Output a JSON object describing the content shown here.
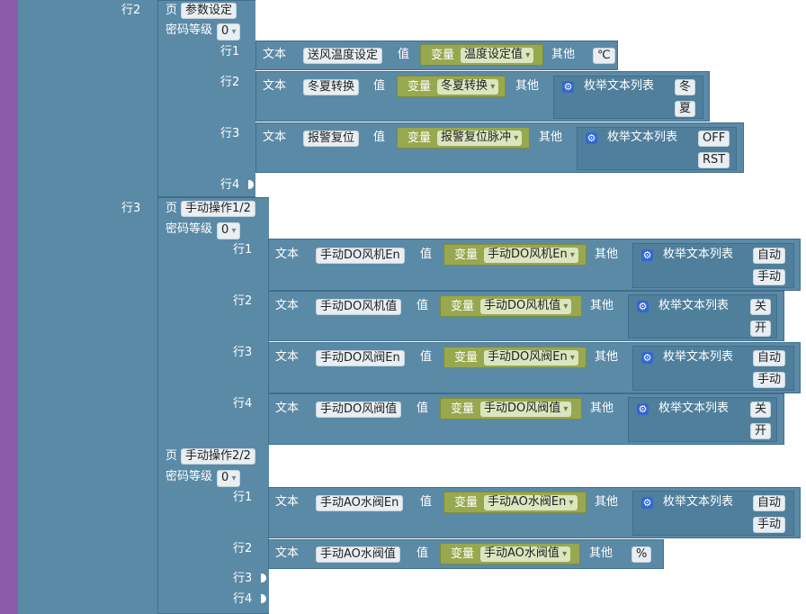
{
  "row_label_prefix": "行",
  "rows": {
    "r2": "行2",
    "r3": "行3"
  },
  "labels": {
    "page": "页",
    "password_level": "密码等级",
    "text": "文本",
    "value": "值",
    "variable": "变量",
    "other": "其他",
    "enum_list": "枚举文本列表",
    "row1": "行1",
    "row2": "行2",
    "row3": "行3",
    "row4": "行4"
  },
  "pages": [
    {
      "title": "参数设定",
      "password": "0",
      "items": [
        {
          "text": "送风温度设定",
          "var": "温度设定值",
          "other": "℃"
        },
        {
          "text": "冬夏转换",
          "var": "冬夏转换",
          "enum": [
            "冬",
            "夏"
          ]
        },
        {
          "text": "报警复位",
          "var": "报警复位脉冲",
          "enum": [
            "OFF",
            "RST"
          ]
        }
      ]
    },
    {
      "title": "手动操作1/2",
      "password": "0",
      "items": [
        {
          "text": "手动DO风机En",
          "var": "手动DO风机En",
          "enum": [
            "自动",
            "手动"
          ]
        },
        {
          "text": "手动DO风机值",
          "var": "手动DO风机值",
          "enum": [
            "关",
            "开"
          ]
        },
        {
          "text": "手动DO风阀En",
          "var": "手动DO风阀En",
          "enum": [
            "自动",
            "手动"
          ]
        },
        {
          "text": "手动DO风阀值",
          "var": "手动DO风阀值",
          "enum": [
            "关",
            "开"
          ]
        }
      ]
    },
    {
      "title": "手动操作2/2",
      "password": "0",
      "items": [
        {
          "text": "手动AO水阀En",
          "var": "手动AO水阀En",
          "enum": [
            "自动",
            "手动"
          ]
        },
        {
          "text": "手动AO水阀值",
          "var": "手动AO水阀值",
          "other": "%"
        }
      ]
    }
  ],
  "colors": {
    "block": "#5b8aa6",
    "variable": "#98a84f",
    "side_bar": "#8b5aa8",
    "gear": "#3466d1"
  }
}
